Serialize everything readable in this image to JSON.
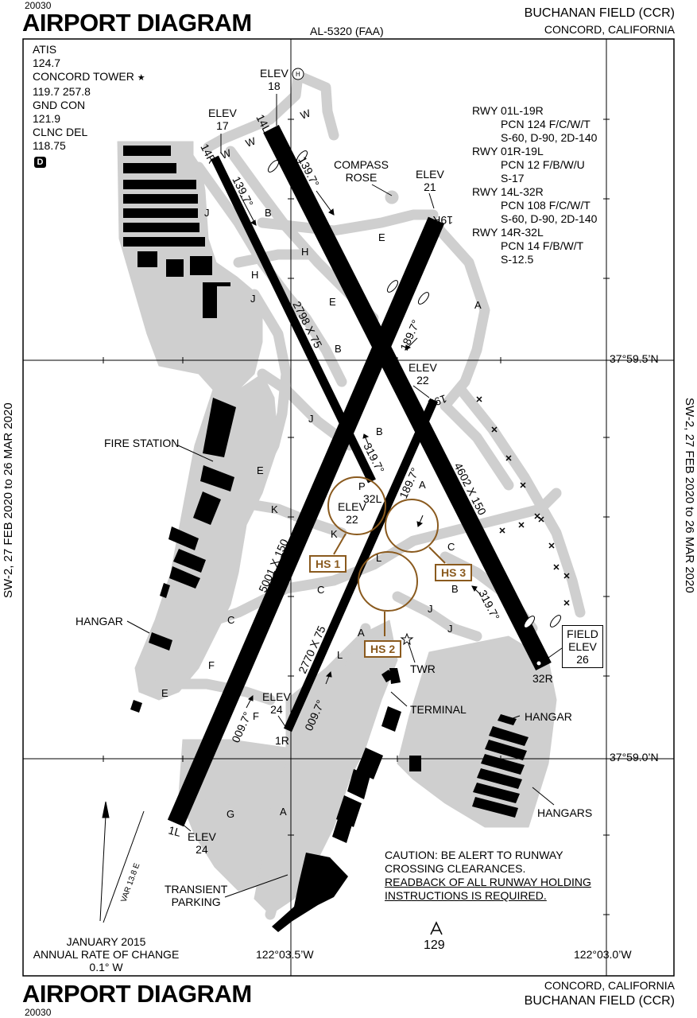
{
  "header": {
    "doc_id_top": "20030",
    "title": "AIRPORT DIAGRAM",
    "al_code": "AL-5320 (FAA)",
    "airport_name": "BUCHANAN FIELD (CCR)",
    "city": "CONCORD, CALIFORNIA"
  },
  "footer": {
    "title": "AIRPORT DIAGRAM",
    "doc_id_bottom": "20030",
    "city": "CONCORD, CALIFORNIA",
    "airport_name": "BUCHANAN FIELD (CCR)"
  },
  "side_text": {
    "left": "SW-2,  27 FEB 2020  to  26 MAR 2020",
    "right": "SW-2,  27 FEB 2020  to  26 MAR 2020"
  },
  "frequencies": {
    "atis_label": "ATIS",
    "atis": "124.7",
    "tower_label": "CONCORD TOWER",
    "tower_star": "★",
    "tower": "119.7  257.8",
    "gnd_label": "GND CON",
    "gnd": "121.9",
    "clnc_label": "CLNC DEL",
    "clnc": "118.75",
    "d_badge": "D"
  },
  "runway_info": [
    {
      "name": "RWY 01L-19R",
      "lines": [
        "PCN 124 F/C/W/T",
        "S-60, D-90, 2D-140"
      ]
    },
    {
      "name": "RWY 01R-19L",
      "lines": [
        "PCN 12 F/B/W/U",
        "S-17"
      ]
    },
    {
      "name": "RWY 14L-32R",
      "lines": [
        "PCN 108 F/C/W/T",
        "S-60, D-90, 2D-140"
      ]
    },
    {
      "name": "RWY 14R-32L",
      "lines": [
        "PCN 14 F/B/W/T",
        "S-12.5"
      ]
    }
  ],
  "coords": {
    "lat1": "37°59.5’N",
    "lat2": "37°59.0’N",
    "lon1": "122°03.5’W",
    "lon2": "122°03.0’W"
  },
  "magvar": {
    "var": "VAR 13.8 E",
    "date": "JANUARY 2015",
    "rate_label": "ANNUAL RATE OF CHANGE",
    "rate": "0.1° W"
  },
  "caution": {
    "line1": "CAUTION: BE ALERT TO RUNWAY",
    "line2": "CROSSING CLEARANCES.",
    "line3": "READBACK OF ALL RUNWAY HOLDING",
    "line4": "INSTRUCTIONS IS REQUIRED."
  },
  "labels": {
    "elev": "ELEV",
    "elev18": "18",
    "elev17": "17",
    "elev21": "21",
    "elev22a": "22",
    "elev22b": "22",
    "elev24a": "24",
    "elev24b": "24",
    "field": "FIELD",
    "field_elev": "ELEV",
    "field_val": "26",
    "compass1": "COMPASS",
    "compass2": "ROSE",
    "fire_station": "FIRE STATION",
    "hangar_left": "HANGAR",
    "hangar_right": "HANGAR",
    "hangars": "HANGARS",
    "terminal": "TERMINAL",
    "twr": "TWR",
    "transient1": "TRANSIENT",
    "transient2": "PARKING",
    "north_mark": "129",
    "heli": "H"
  },
  "hot_spots": [
    "HS 1",
    "HS 2",
    "HS 3"
  ],
  "runway_labels": {
    "r14L": "14L",
    "r14R": "14R",
    "r19R": "19R",
    "r19L": "19L",
    "r32R": "32R",
    "r32L": "32L",
    "r1R": "1R",
    "r1L": "1L"
  },
  "runway_dims": {
    "d14R32L": "2798 X 75",
    "d14L32R": "4602 X 150",
    "d01L19R": "5001 X 150",
    "d01R19L": "2770 X 75"
  },
  "headings": {
    "h1": "139.7°",
    "h2": "139.7°",
    "h3": "189.7°",
    "h4": "189.7°",
    "h5": "319.7°",
    "h6": "319.7°",
    "h7": "009.7°",
    "h8": "009.7°"
  },
  "taxiways": {
    "W1": "W",
    "W2": "W",
    "W3": "W",
    "J1": "J",
    "J2": "J",
    "J3": "J",
    "J4": "J",
    "J5": "J",
    "B1": "B",
    "B2": "B",
    "B3": "B",
    "B4": "B",
    "H1": "H",
    "H2": "H",
    "E1": "E",
    "E2": "E",
    "E3": "E",
    "E4": "E",
    "A1": "A",
    "A2": "A",
    "A3": "A",
    "A4": "A",
    "K1": "K",
    "K2": "K",
    "C1": "C",
    "C2": "C",
    "C3": "C",
    "F1": "F",
    "F2": "F",
    "L1": "L",
    "L2": "L",
    "P": "P",
    "G": "G"
  },
  "colors": {
    "pavement": "#cfcfcf",
    "runway": "#000000",
    "hotspot": "#8a5a1e"
  }
}
